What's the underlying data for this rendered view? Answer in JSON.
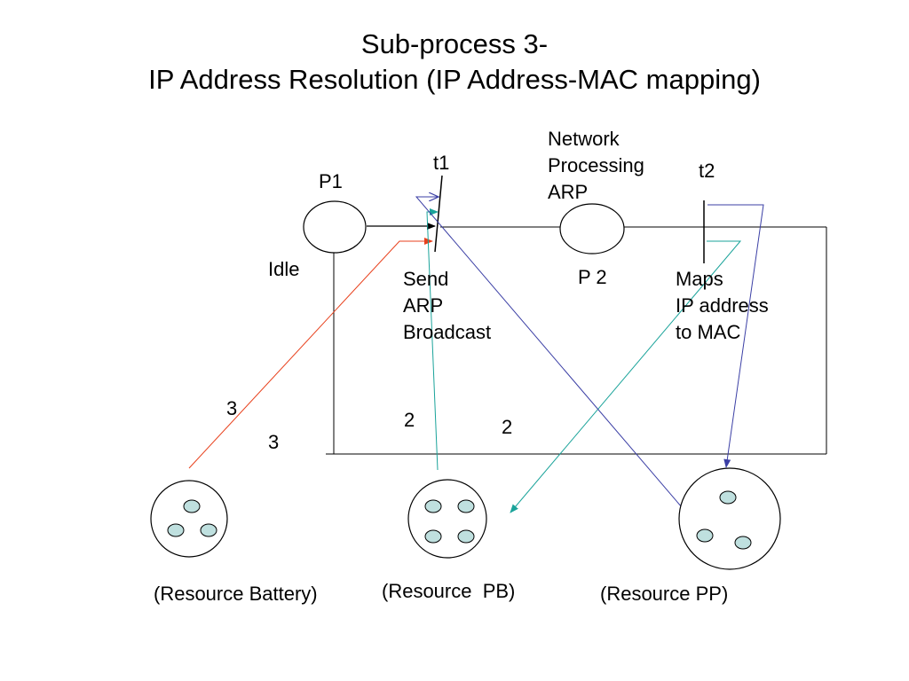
{
  "title": {
    "line1": "Sub-process 3-",
    "line2": "IP Address Resolution (IP Address-MAC mapping)"
  },
  "places": {
    "p1": {
      "label": "P1",
      "state": "Idle"
    },
    "p2": {
      "label": "P 2",
      "caption": [
        "Network",
        "Processing",
        "ARP"
      ]
    }
  },
  "transitions": {
    "t1": {
      "label": "t1",
      "caption": [
        "Send",
        "ARP",
        "Broadcast"
      ]
    },
    "t2": {
      "label": "t2",
      "caption": [
        "Maps",
        "IP address",
        "to MAC"
      ]
    }
  },
  "arc_weights": {
    "battery_to_t1": "3",
    "t1_to_battery": "3",
    "pb_to_t1": "2",
    "t2_to_pb": "2"
  },
  "resources": [
    {
      "label": "(Resource Battery)",
      "tokens": 3
    },
    {
      "label": "(Resource  PB)",
      "tokens": 4
    },
    {
      "label": "(Resource PP)",
      "tokens": 3
    }
  ],
  "colors": {
    "line": "#000000",
    "battery_arc": "#e8401c",
    "pb_arc": "#1aa39a",
    "pp_arc": "#3b3fa5",
    "token_fill": "#bfe0df",
    "token_stroke": "#000000"
  }
}
